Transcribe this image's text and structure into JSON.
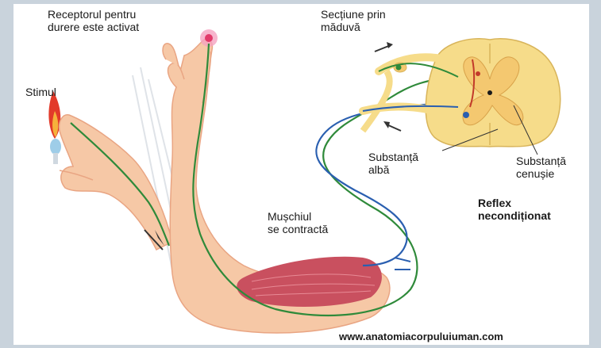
{
  "labels": {
    "receptor": "Receptorul pentru\ndurere este activat",
    "sectiune": "Secțiune prin\nmăduvă",
    "stimul": "Stimul",
    "substanta_alba": "Substanță\nalbă",
    "substanta_cenusie": "Substanță\ncenușie",
    "reflex": "Reflex\nnecondiționat",
    "muschiul": "Mușchiul\nse contractă"
  },
  "watermark": "www.anatomiacorpuluiuman.com",
  "colors": {
    "skin": "#f6c8a6",
    "skin_shadow": "#e9a583",
    "nerve_sensory": "#2f8a3a",
    "nerve_motor": "#2a5fb0",
    "spinal_yellow": "#f6dc8a",
    "grey_matter": "#f4c870",
    "muscle": "#c9505f",
    "frame_bg": "#c9d3dc"
  }
}
